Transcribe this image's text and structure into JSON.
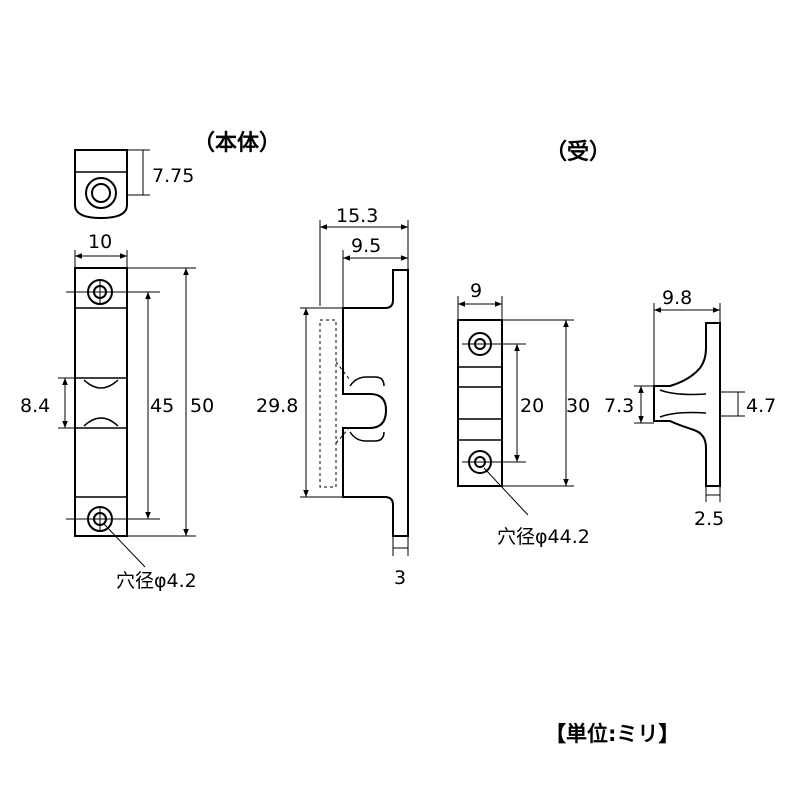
{
  "labels": {
    "body_title": "（本体）",
    "receiver_title": "（受）",
    "units": "【単位:ミリ】"
  },
  "body": {
    "top_view_depth": "7.75",
    "front_width": "10",
    "roller_height": "8.4",
    "hole_pitch": "45",
    "total_height": "50",
    "hole_note": "穴径φ4.2",
    "side_depth": "15.3",
    "side_inner_depth": "9.5",
    "side_height": "29.8",
    "plate_thickness": "3"
  },
  "receiver": {
    "front_width": "9",
    "hole_pitch": "20",
    "total_height": "30",
    "hole_note": "穴径φ44.2",
    "side_depth": "9.8",
    "outer_height": "7.3",
    "inner_height": "4.7",
    "plate_thickness": "2.5"
  }
}
